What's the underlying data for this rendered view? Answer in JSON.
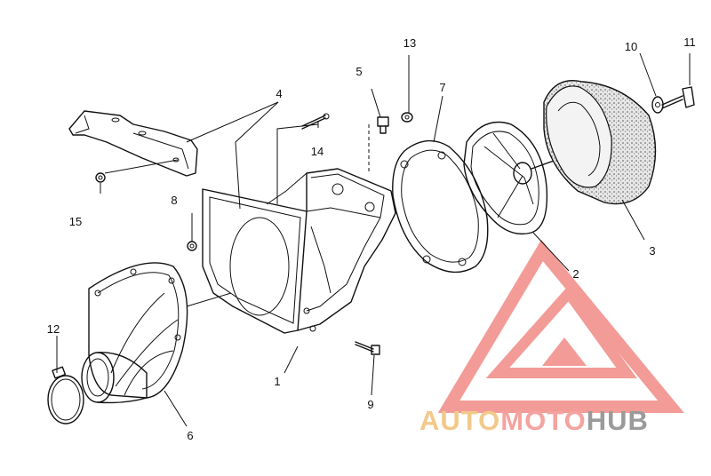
{
  "diagram": {
    "callouts": [
      {
        "id": "1",
        "text": "1"
      },
      {
        "id": "2",
        "text": "2"
      },
      {
        "id": "3",
        "text": "3"
      },
      {
        "id": "4",
        "text": "4"
      },
      {
        "id": "5",
        "text": "5"
      },
      {
        "id": "6",
        "text": "6"
      },
      {
        "id": "7",
        "text": "7"
      },
      {
        "id": "8",
        "text": "8"
      },
      {
        "id": "9",
        "text": "9"
      },
      {
        "id": "10",
        "text": "10"
      },
      {
        "id": "11",
        "text": "11"
      },
      {
        "id": "12",
        "text": "12"
      },
      {
        "id": "13",
        "text": "13"
      },
      {
        "id": "14",
        "text": "14"
      },
      {
        "id": "15",
        "text": "15"
      }
    ]
  },
  "watermark": {
    "part1": "AUTO",
    "part2": "MOTO",
    "part3": "HUB",
    "color_auto": "#f2c98a",
    "color_moto": "#f4a3a0",
    "color_hub": "#9a9a9a",
    "logo_color": "#f08a86"
  }
}
